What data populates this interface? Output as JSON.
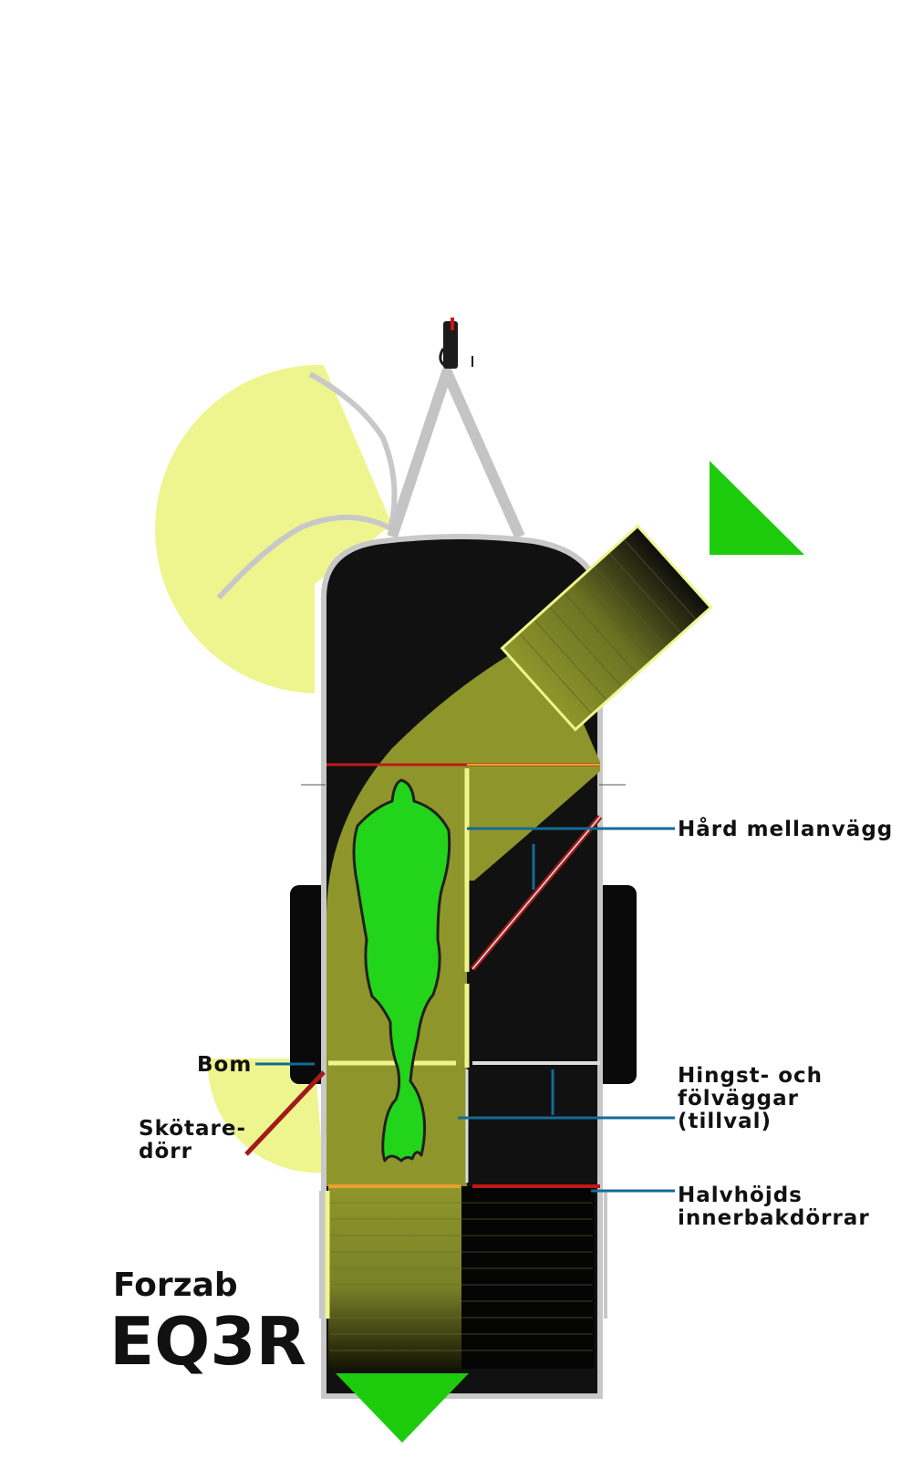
{
  "brand": {
    "name": "Forzab",
    "model": "EQ3R"
  },
  "labels": {
    "hard_partition": "Hård mellanvägg",
    "stallion_walls_line1": "Hingst- och",
    "stallion_walls_line2": "fölväggar",
    "stallion_walls_line3": "(tillval)",
    "half_doors_line1": "Halvhöjds",
    "half_doors_line2": "innerbakdörrar",
    "bar": "Bom",
    "groom_door_line1": "Skötare-",
    "groom_door_line2": "dörr"
  },
  "colors": {
    "trailer_body": "#111111",
    "highlight_area": "#8e962b",
    "door_swing": "#eef58f",
    "horse": "#22d41a",
    "arrow": "#1ccc0c",
    "leader_line": "#156a96",
    "red_line": "#a21a1a"
  }
}
